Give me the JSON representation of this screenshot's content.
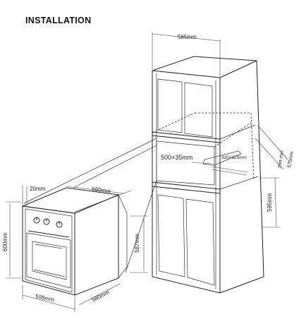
{
  "title": "INSTALLATION",
  "cabinet": {
    "width_label": "565mm",
    "opening_label": "500×35mm",
    "vent_label": "320×115mm",
    "min_label": "min.mm",
    "depth_label": "575mm",
    "height_label": "595mm"
  },
  "oven": {
    "top_label": "20mm",
    "depth_label": "560mm",
    "height_label": "600mm",
    "side_label": "587mm",
    "width_label": "595mm",
    "base_depth_label": "580mm"
  }
}
